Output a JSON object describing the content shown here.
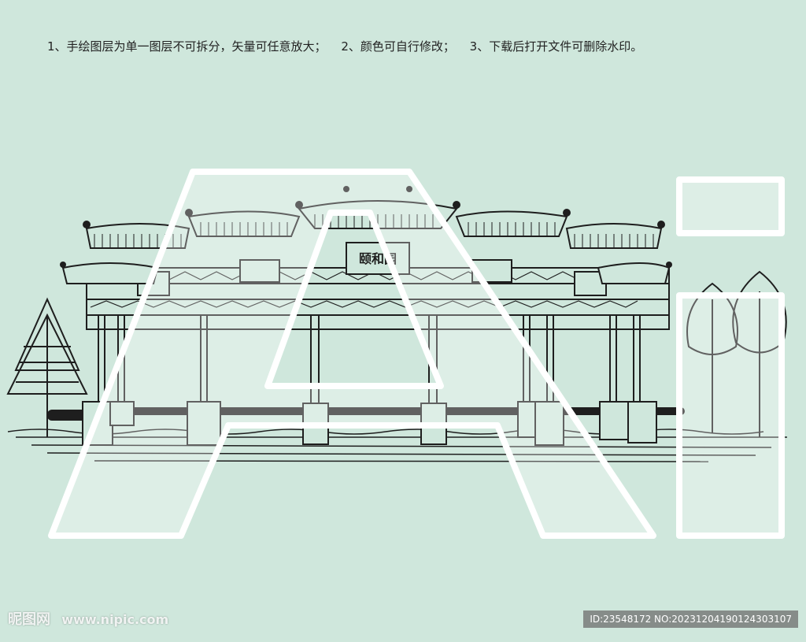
{
  "instructions": {
    "item1": "1、手绘图层为单一图层不可拆分，矢量可任意放大；",
    "item2": "2、颜色可自行修改；",
    "item3": "3、下载后打开文件可删除水印。"
  },
  "artwork": {
    "plaque_text": "颐和园",
    "overlay_letters": "Ai"
  },
  "watermark": {
    "brand": "昵图网",
    "url": "www.nipic.com",
    "id_text": "ID:23548172 NO:20231204190124303107"
  },
  "colors": {
    "background": "#cfe7dc",
    "ink": "#1e1e1e",
    "overlay": "#ffffff"
  }
}
